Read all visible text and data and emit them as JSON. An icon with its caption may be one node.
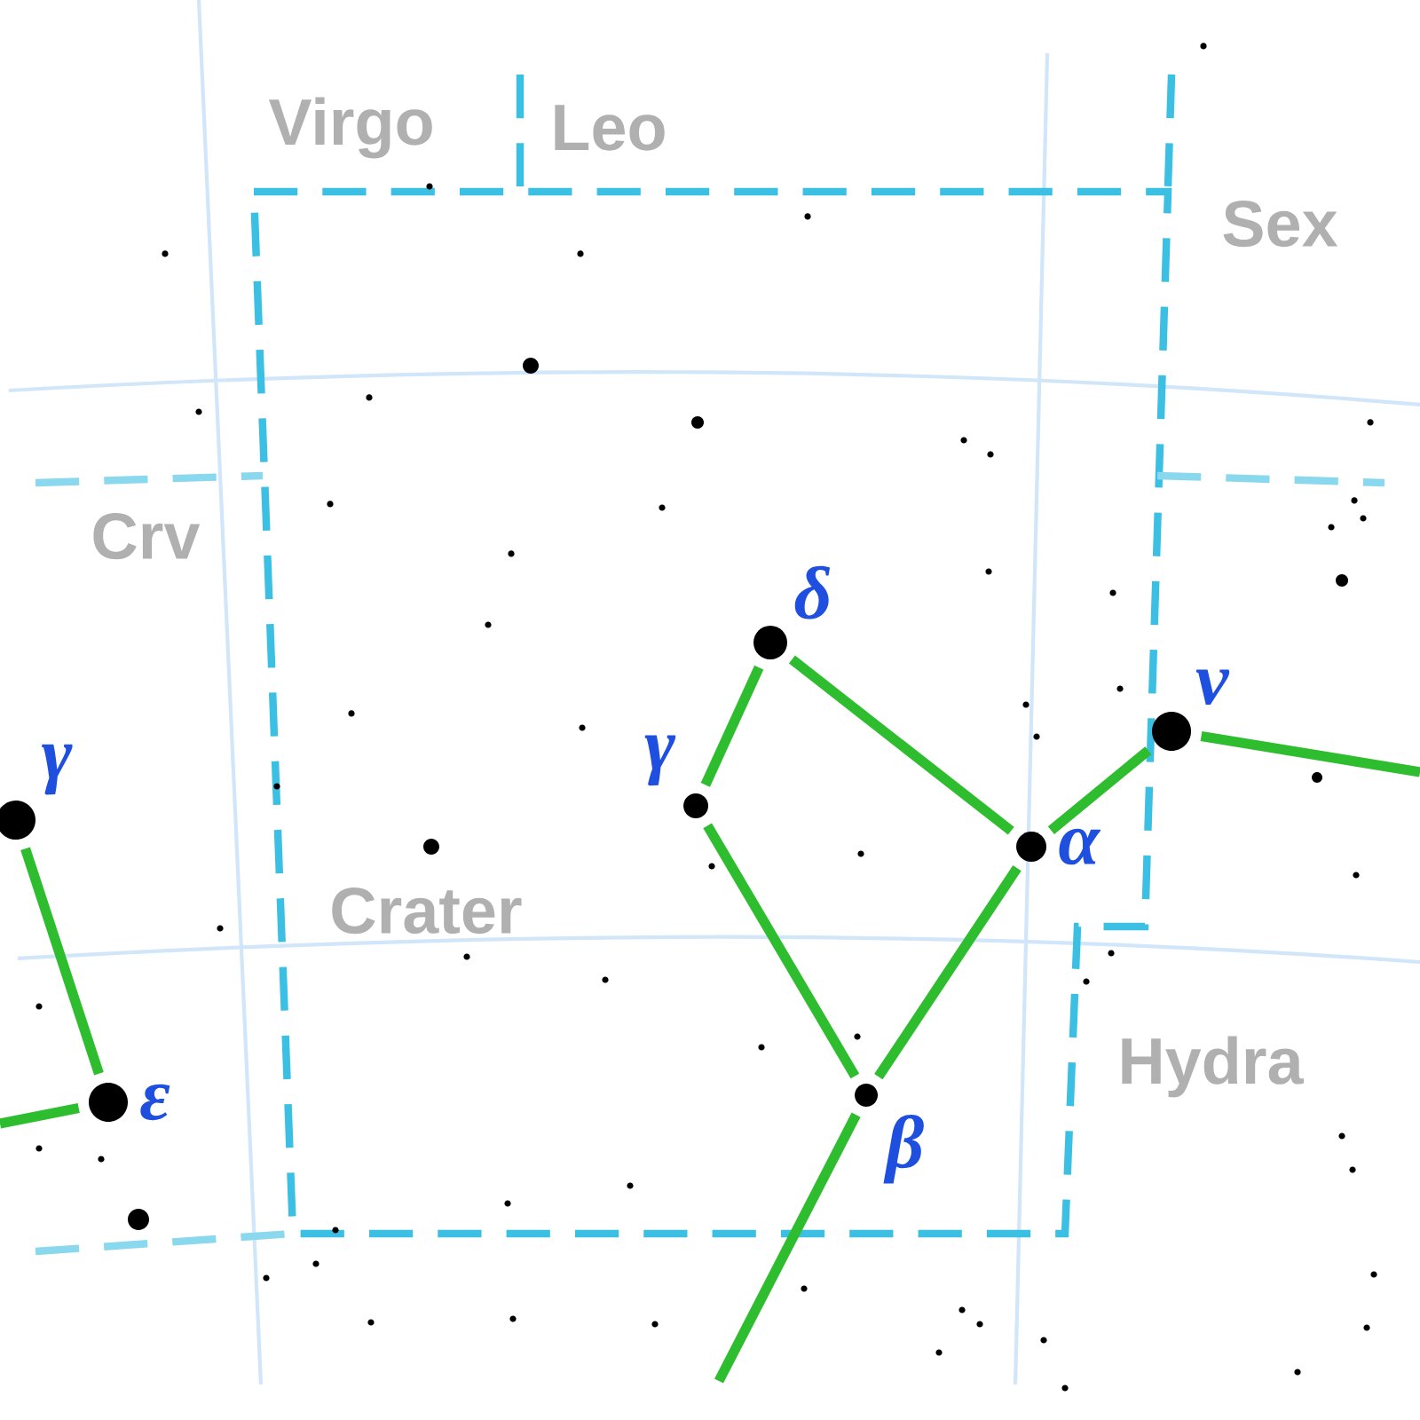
{
  "diagram": {
    "nodes": [
      {
        "text": [
          "δ"
        ]
      },
      {
        "text": [
          "γ"
        ]
      },
      {
        "text": [
          "α"
        ]
      },
      {
        "text": [
          "β"
        ]
      },
      {
        "text": [
          "ν"
        ]
      },
      {
        "text": [
          "γ"
        ]
      },
      {
        "text": [
          "ε"
        ]
      }
    ],
    "edges": [
      {
        "from": 0,
        "to": 1,
        "arrow": "none"
      },
      {
        "from": 0,
        "to": 2,
        "arrow": "none"
      },
      {
        "from": 1,
        "to": 3,
        "arrow": "none"
      },
      {
        "from": 2,
        "to": 3,
        "arrow": "none"
      },
      {
        "from": 2,
        "to": 4,
        "arrow": "none"
      },
      {
        "from": null,
        "to": 3,
        "arrow": "none"
      },
      {
        "from": null,
        "to": 4,
        "arrow": "none"
      },
      {
        "from": 5,
        "to": 6,
        "arrow": "none"
      },
      {
        "from": null,
        "to": 6,
        "arrow": "none"
      }
    ],
    "labels": [
      "Virgo",
      "Leo",
      "Sex",
      "Crv",
      "Crater",
      "Hydra"
    ]
  }
}
